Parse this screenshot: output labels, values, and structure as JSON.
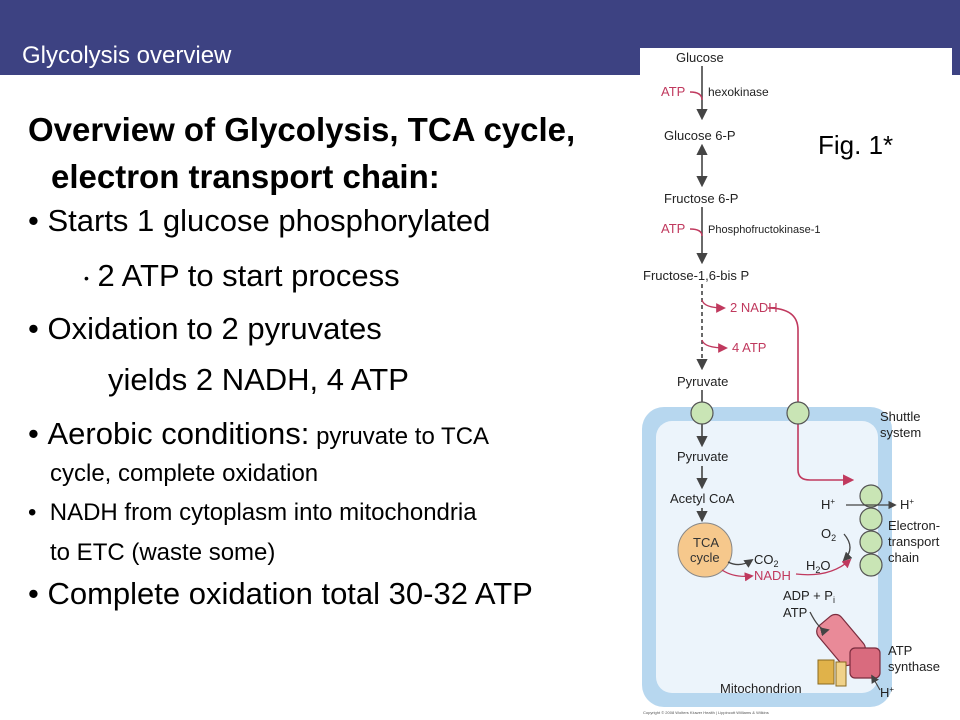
{
  "header": {
    "title": "Glycolysis overview"
  },
  "slide": {
    "title_line1": "Overview of Glycolysis, TCA cycle,",
    "title_line2": "electron transport chain:",
    "bullets": [
      {
        "text": "Starts 1 glucose phosphorylated"
      },
      {
        "text": "2 ATP to start process"
      },
      {
        "text": " Oxidation to 2 pyruvates"
      },
      {
        "text": "yields 2 NADH, 4 ATP"
      },
      {
        "text": "Aerobic conditions:",
        "small": " pyruvate to TCA"
      },
      {
        "text": "cycle, complete oxidation"
      },
      {
        "text": "NADH from cytoplasm into mitochondria"
      },
      {
        "text": "to ETC (waste some)"
      },
      {
        "text": "Complete oxidation total 30-32 ATP"
      }
    ]
  },
  "figure": {
    "label": "Fig. 1*",
    "labels": {
      "glucose": "Glucose",
      "atp1": "ATP",
      "hexokinase": "hexokinase",
      "glucose6p": "Glucose 6-P",
      "fructose6p": "Fructose 6-P",
      "atp2": "ATP",
      "pfk": "Phosphofructokinase-1",
      "fructose16": "Fructose-1,6-bis P",
      "nadh2": "2 NADH",
      "atp4": "4 ATP",
      "pyruvate1": "Pyruvate",
      "shuttle1": "Shuttle",
      "shuttle2": "system",
      "pyruvate2": "Pyruvate",
      "acetylcoa": "Acetyl CoA",
      "tca1": "TCA",
      "tca2": "cycle",
      "co2": "CO",
      "co2sub": "2",
      "nadh": "NADH",
      "hplus1": "H",
      "hplus2": "H",
      "o2": "O",
      "o2sub": "2",
      "h2o_h": "H",
      "h2o_sub": "2",
      "h2o_o": "O",
      "etc1": "Electron-",
      "etc2": "transport",
      "etc3": "chain",
      "adp": "ADP + P",
      "adpsub": "i",
      "atp_syn": "ATP",
      "atpsyn1": "ATP",
      "atpsyn2": "synthase",
      "mitochondrion": "Mitochondrion",
      "hplus3": "H",
      "copyright": "Copyright © 2008 Wolters Kluwer Health | Lippincott Williams & Wilkins"
    }
  }
}
